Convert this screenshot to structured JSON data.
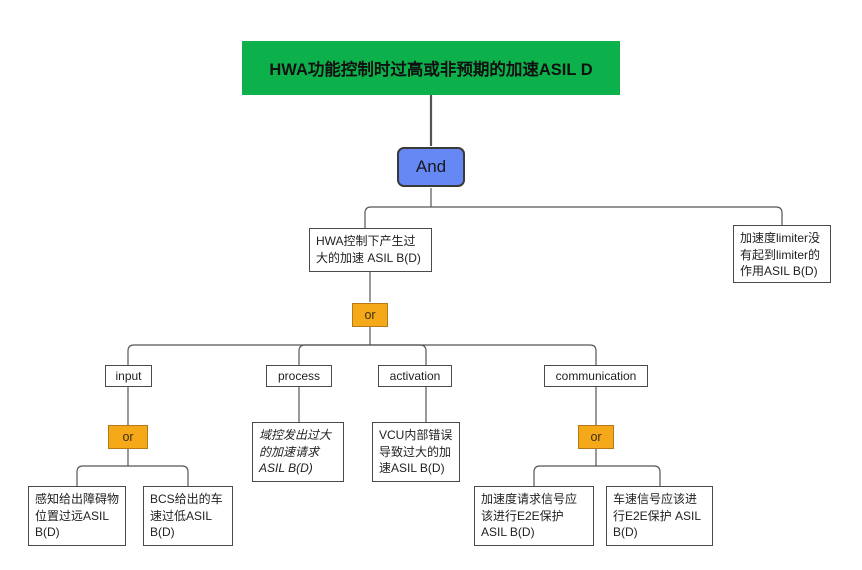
{
  "diagram": {
    "title_text": "HWA功能控制时过高或非预期的加速ASIL D",
    "type": "fault-tree",
    "colors": {
      "top_fill": "#0DB14B",
      "and_fill": "#6688F5",
      "and_border": "#3A3A3A",
      "or_fill": "#F5A919",
      "or_border": "#B5791A",
      "box_fill": "#FFFFFF",
      "box_border": "#4A4A4A",
      "edge": "#555555",
      "text": "#222222"
    },
    "nodes": {
      "top_hazard": "HWA功能控制时过高或非预期的加速ASIL D",
      "and_gate": "And",
      "or_gate_main": "or",
      "or_gate_input": "or",
      "or_gate_communication": "or",
      "hwa_overaccel": "HWA控制下产生过大的加速 ASIL B(D)",
      "limiter_fail": "加速度limiter没有起到limiter的作用ASIL B(D)",
      "cat_input": "input",
      "cat_process": "process",
      "cat_activation": "activation",
      "cat_communication": "communication",
      "leaf_perception": "感知给出障碍物位置过远ASIL B(D)",
      "leaf_bcs": "BCS给出的车速过低ASIL B(D)",
      "leaf_process": "域控发出过大的加速请求 ASIL B(D)",
      "leaf_activation": "VCU内部错误导致过大的加速ASIL B(D)",
      "leaf_accel_e2e": "加速度请求信号应该进行E2E保护 ASIL B(D)",
      "leaf_speed_e2e": "车速信号应该进行E2E保护 ASIL B(D)"
    }
  }
}
